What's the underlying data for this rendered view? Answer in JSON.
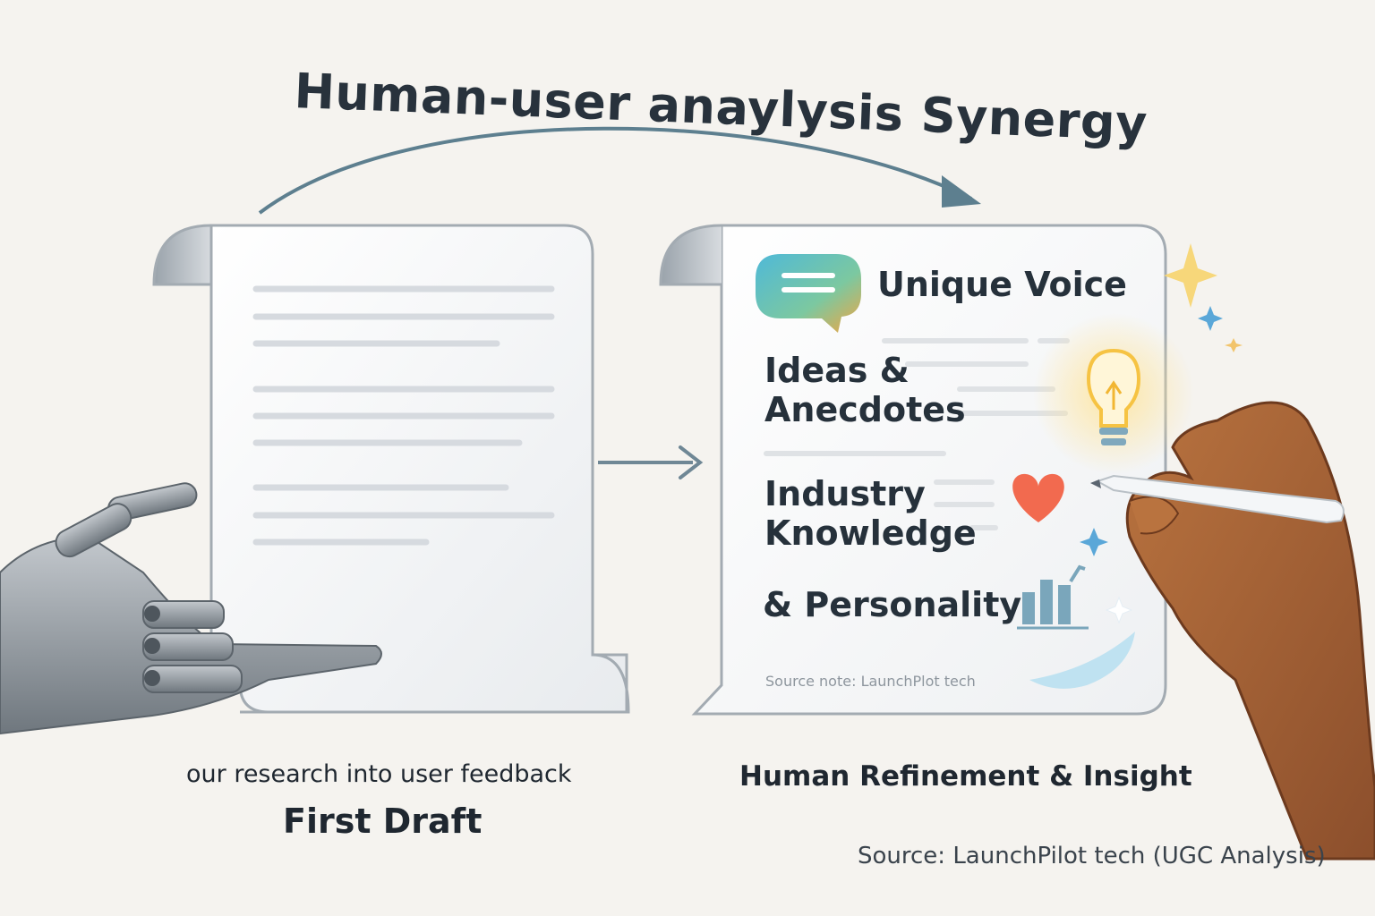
{
  "title": "Human-user anaylysis Synergy",
  "draft_card": {
    "caption": "our research into user feedback",
    "label": "First Draft"
  },
  "refined_card": {
    "items": {
      "unique_voice": "Unique Voice",
      "ideas_line1": "Ideas &",
      "ideas_line2": "Anecdotes",
      "industry_line1": "Industry",
      "industry_line2": "Knowledge",
      "personality": "& Personality"
    },
    "source_note": "Source note:   LaunchPlot tech",
    "caption": "Human Refinement & Insight"
  },
  "footer_source": "Source: LaunchPilot tech (UGC Analysis)",
  "colors": {
    "background": "#f5f3ef",
    "arrow": "#5d7f8f",
    "heart": "#f26a4f",
    "bulb": "#f6c343",
    "bars": "#7aa6bb",
    "skin": "#a8633a",
    "robot": "#8d949b"
  },
  "icons": {
    "speech": "speech-bubble-icon",
    "bulb": "lightbulb-icon",
    "heart": "heart-icon",
    "bars": "bar-chart-icon",
    "sparkle": "sparkle-icon",
    "pen": "stylus-pen-icon"
  }
}
